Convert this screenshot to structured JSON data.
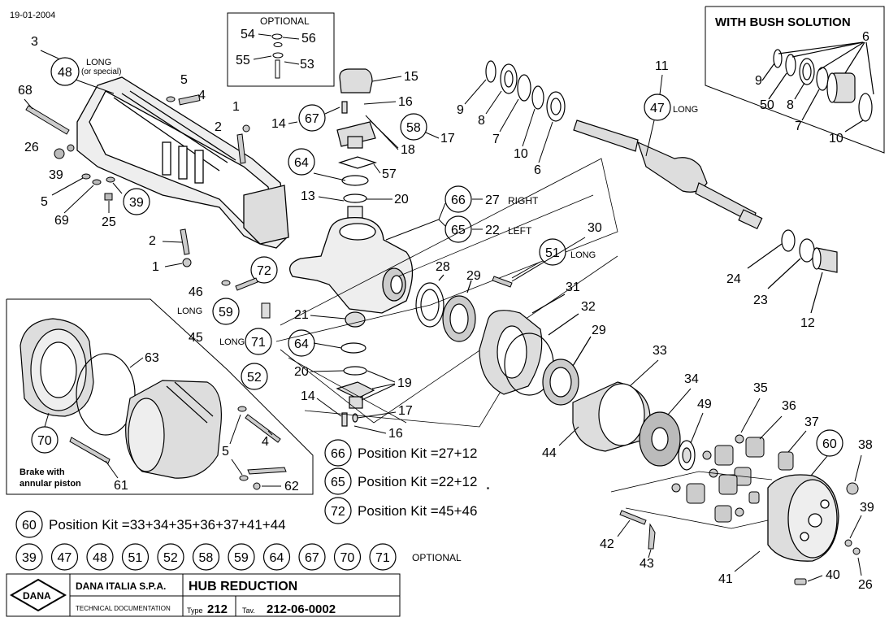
{
  "header": {
    "date": "19-01-2004",
    "optional_box_title": "OPTIONAL",
    "bush_box_title": "WITH BUSH SOLUTION"
  },
  "labels": {
    "long": "LONG",
    "long_or_special": "(or special)",
    "right": "RIGHT",
    "left": "LEFT",
    "optional": "OPTIONAL",
    "brake_line1": "Brake with",
    "brake_line2": "annular piston"
  },
  "kits": [
    {
      "circle": "66",
      "text": "Position Kit =27+12"
    },
    {
      "circle": "65",
      "text": "Position Kit =22+12"
    },
    {
      "circle": "72",
      "text": "Position Kit =45+46"
    },
    {
      "circle": "60",
      "text": "Position Kit =33+34+35+36+37+41+44"
    }
  ],
  "optional_list": [
    "39",
    "47",
    "48",
    "51",
    "52",
    "58",
    "59",
    "64",
    "67",
    "70",
    "71"
  ],
  "title_block": {
    "company": "DANA ITALIA S.P.A.",
    "doc_type": "TECHNICAL DOCUMENTATION",
    "title": "HUB REDUCTION",
    "type_label": "Type",
    "type_value": "212",
    "tav_label": "Tav.",
    "tav_value": "212-06-0002",
    "logo_text": "DANA"
  },
  "callouts": {
    "c3": "3",
    "c48": "48",
    "c68": "68",
    "c5a": "5",
    "c4a": "4",
    "c1a": "1",
    "c2a": "2",
    "c26a": "26",
    "c39a": "39",
    "c5b": "5",
    "c69": "69",
    "c25": "25",
    "c39b": "39",
    "c2b": "2",
    "c1b": "1",
    "c46": "46",
    "c72": "72",
    "c59": "59",
    "c45": "45",
    "c71": "71",
    "c52": "52",
    "c54": "54",
    "c56": "56",
    "c55": "55",
    "c53": "53",
    "c15": "15",
    "c16a": "16",
    "c14a": "14",
    "c67": "67",
    "c58": "58",
    "c17a": "17",
    "c18": "18",
    "c64a": "64",
    "c57": "57",
    "c13": "13",
    "c20a": "20",
    "c66": "66",
    "c27": "27",
    "c65": "65",
    "c22": "22",
    "c21": "21",
    "c64b": "64",
    "c20b": "20",
    "c19": "19",
    "c14b": "14",
    "c17b": "17",
    "c16b": "16",
    "c9a": "9",
    "c8a": "8",
    "c7a": "7",
    "c10a": "10",
    "c6a": "6",
    "c11": "11",
    "c47": "47",
    "c30": "30",
    "c51": "51",
    "c28": "28",
    "c29a": "29",
    "c31": "31",
    "c32": "32",
    "c29b": "29",
    "c24": "24",
    "c23": "23",
    "c12": "12",
    "c33": "33",
    "c34": "34",
    "c35": "35",
    "c36": "36",
    "c37": "37",
    "c49": "49",
    "c44": "44",
    "c60": "60",
    "c38": "38",
    "c39c": "39",
    "c42": "42",
    "c43": "43",
    "c41": "41",
    "c40": "40",
    "c26b": "26",
    "c63": "63",
    "c70": "70",
    "c5c": "5",
    "c4b": "4",
    "c61": "61",
    "c62": "62",
    "c6b": "6",
    "c9b": "9",
    "c50": "50",
    "c8b": "8",
    "c7b": "7",
    "c10b": "10"
  }
}
